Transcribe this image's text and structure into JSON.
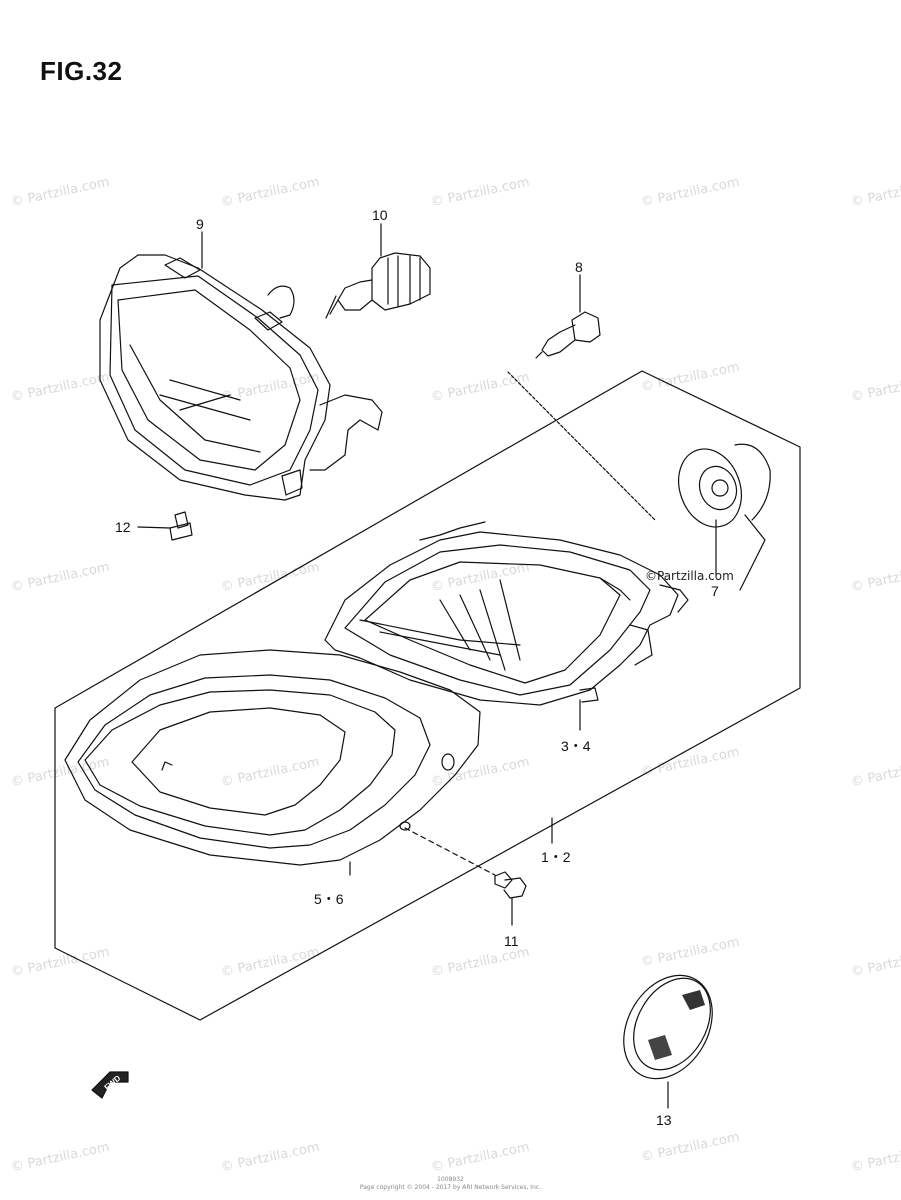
{
  "figure": {
    "title": "FIG.32",
    "watermark": "© Partzilla.com",
    "inline_watermark": "©Partzilla.com",
    "fwd_label": "FWD",
    "footer_code": "1008932",
    "footer_copyright": "Page copyright © 2004 - 2017 by ARI Network Services, Inc."
  },
  "part_labels": {
    "p9": "9",
    "p10": "10",
    "p8": "8",
    "p12": "12",
    "p7": "7",
    "p34": "3・4",
    "p12b": "1・2",
    "p56": "5・6",
    "p11": "11",
    "p13": "13"
  },
  "colors": {
    "line": "#111111",
    "watermark": "#d9d9d9",
    "background": "#ffffff"
  }
}
